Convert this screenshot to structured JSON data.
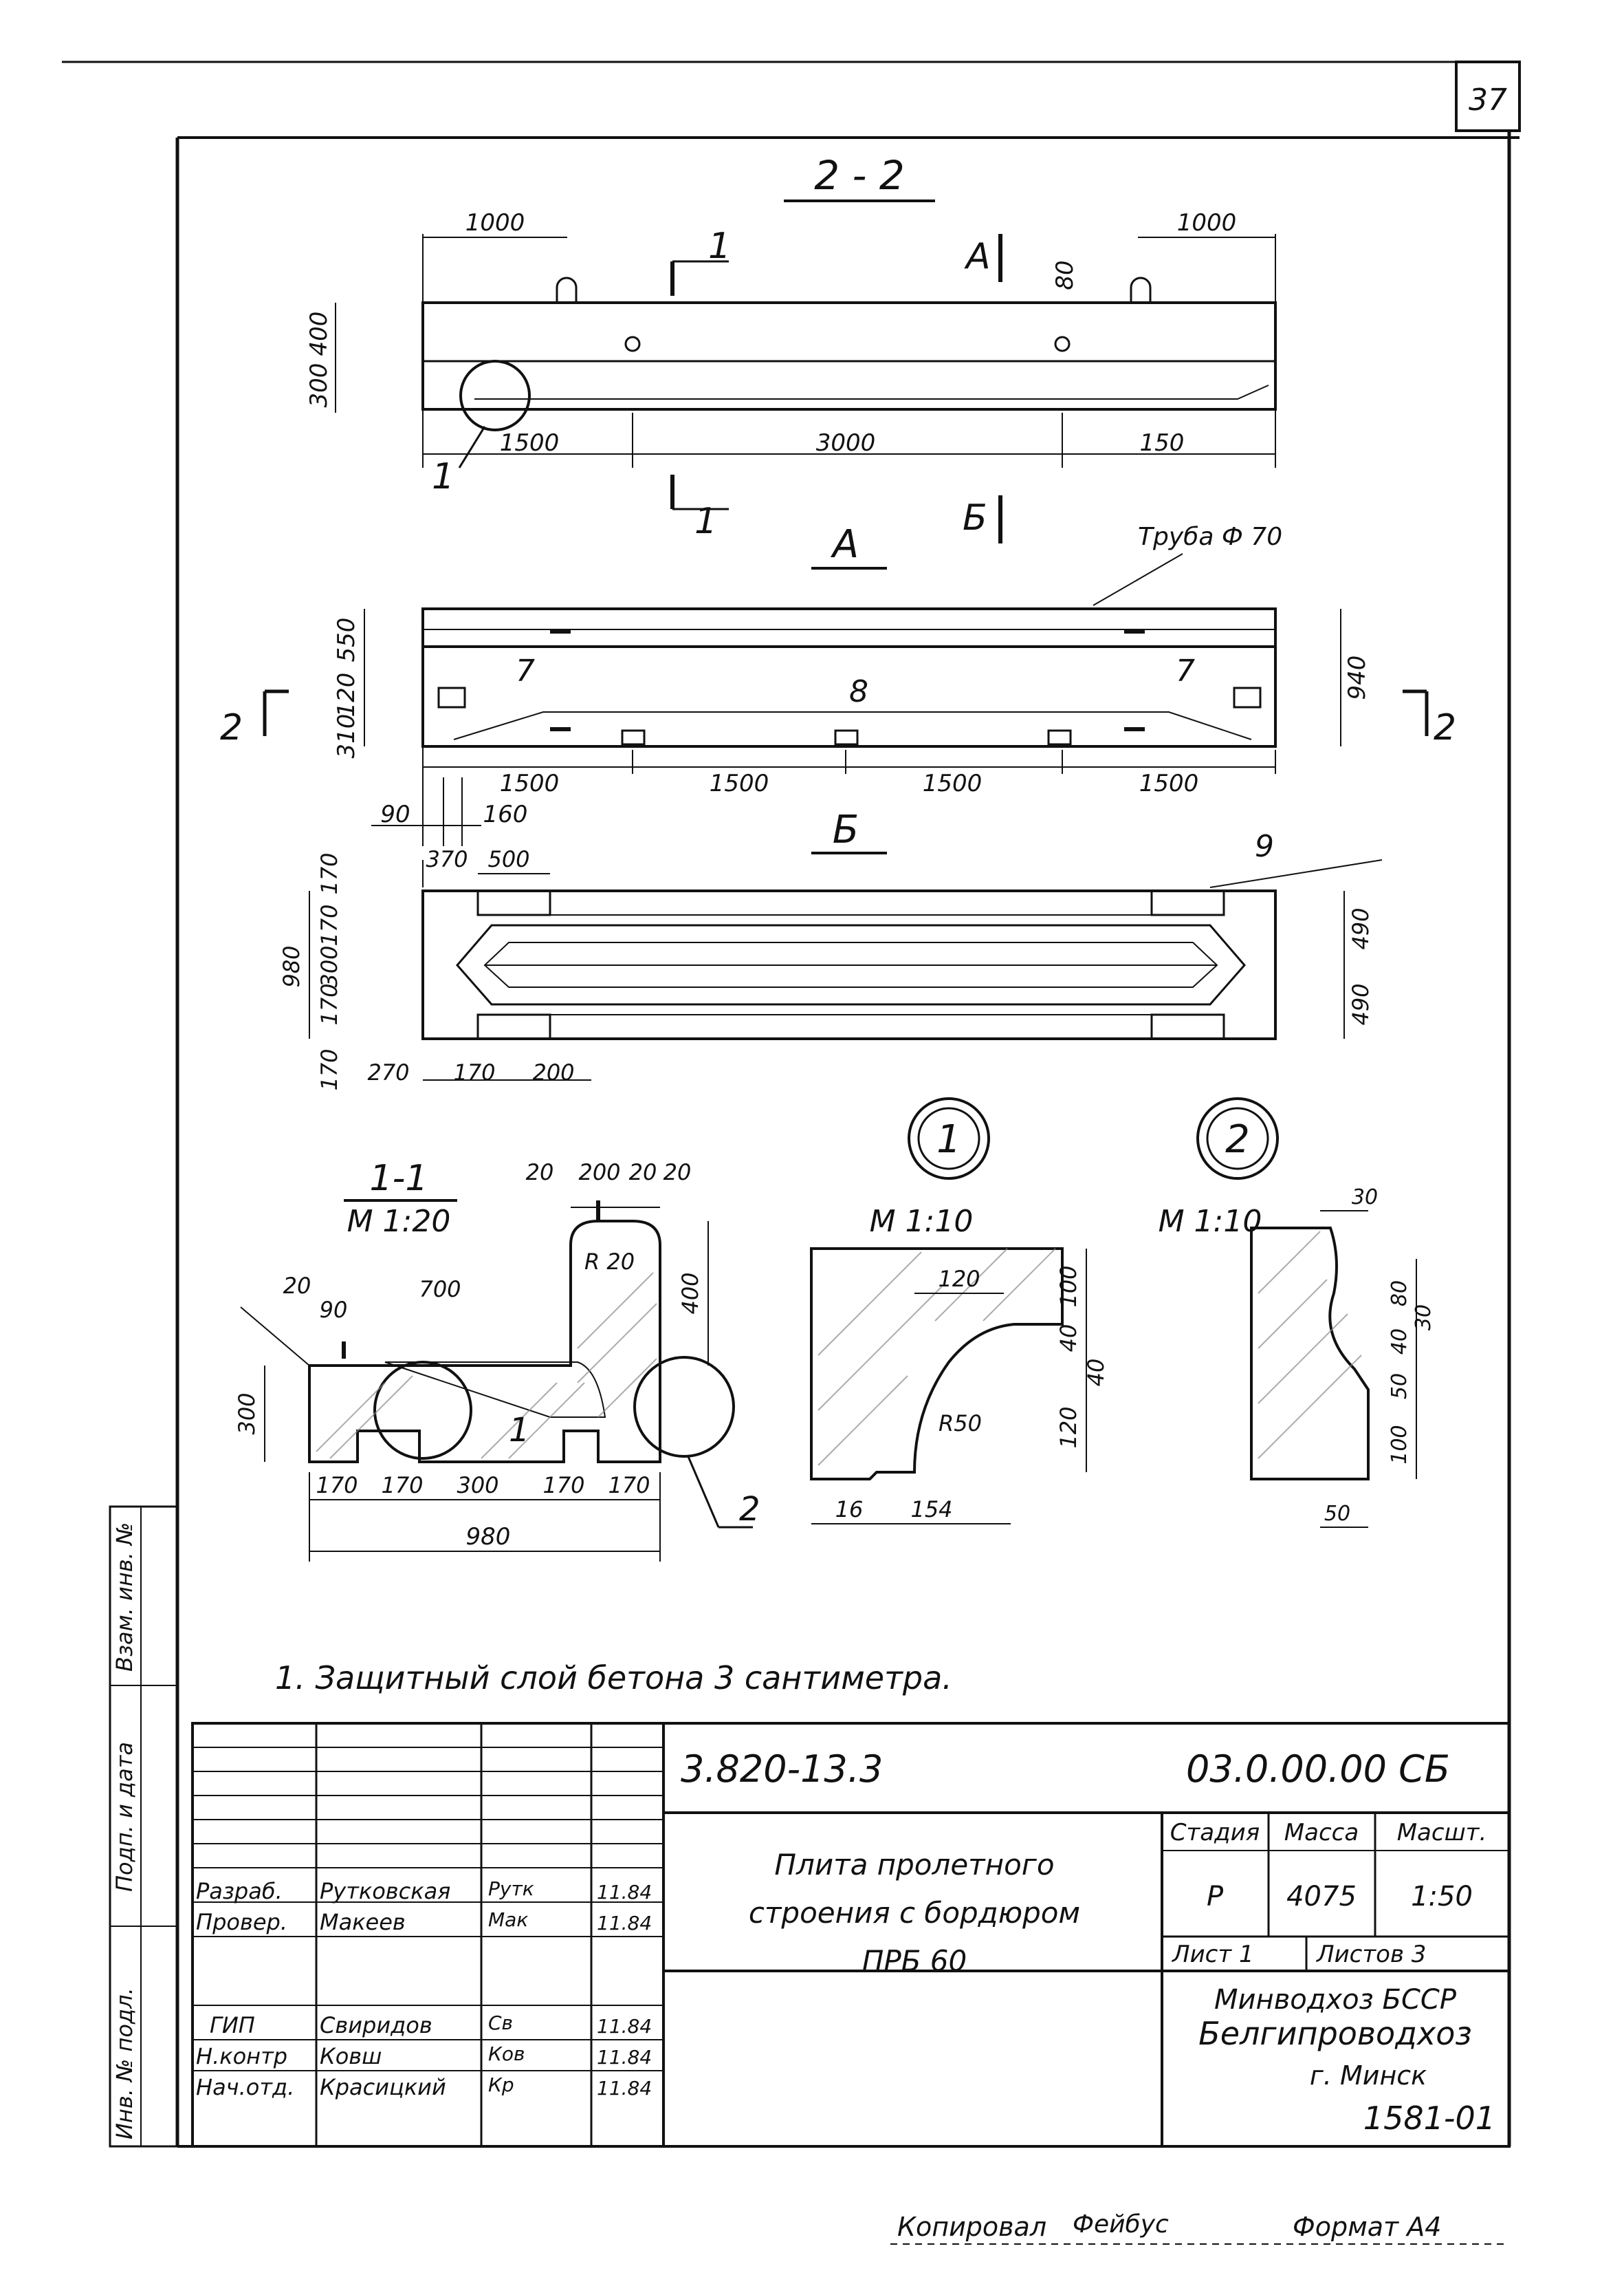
{
  "sheet": {
    "page_number": "37",
    "copied_label": "Копировал",
    "format_label": "Формат А4",
    "signature_copy": "Фейбус"
  },
  "views": {
    "section_2_2": {
      "title": "2 - 2",
      "dims": [
        "1000",
        "1000",
        "80",
        "400",
        "300",
        "1500",
        "3000",
        "150"
      ],
      "marks": {
        "cut_1": "1",
        "cut_a": "А",
        "cut_b": "Б",
        "callout_1": "1"
      }
    },
    "view_a": {
      "title": "А",
      "pipe_label": "Труба Ф 70",
      "left_dims": [
        "550",
        "120",
        "310"
      ],
      "right_dim": "940",
      "bottom_dims": [
        "1500",
        "1500",
        "1500",
        "1500"
      ],
      "positions": [
        "7",
        "8",
        "7"
      ],
      "section_marks": [
        "2",
        "2"
      ],
      "extra_dims": [
        "90",
        "160"
      ]
    },
    "view_b": {
      "title": "Б",
      "top_dims": [
        "370",
        "500"
      ],
      "left_dims": [
        "170",
        "170",
        "300",
        "170",
        "170"
      ],
      "overall_left": "980",
      "right_dims": [
        "490",
        "490"
      ],
      "bottom_dims": [
        "270",
        "170",
        "200"
      ],
      "position": "9"
    },
    "section_1_1": {
      "title": "1-1",
      "scale": "М 1:20",
      "top_dims": [
        "20",
        "200",
        "20",
        "20"
      ],
      "dims": [
        "700",
        "20",
        "90",
        "300",
        "400",
        "R 20"
      ],
      "bottom_dims": [
        "170",
        "170",
        "300",
        "170",
        "170"
      ],
      "overall": "980",
      "callouts": [
        "1",
        "2"
      ]
    },
    "detail_1": {
      "label": "1",
      "scale": "М 1:10",
      "dims": [
        "120",
        "100",
        "40",
        "40",
        "120",
        "R50",
        "16",
        "154"
      ]
    },
    "detail_2": {
      "label": "2",
      "scale": "М 1:10",
      "dims": [
        "30",
        "80",
        "30",
        "40",
        "50",
        "100",
        "50"
      ]
    }
  },
  "note": "1. Защитный слой бетона 3 сантиметра.",
  "side_stamp": [
    "Взам. инв. №",
    "Подп. и дата",
    "Инв. № подл."
  ],
  "title_block": {
    "doc_code": "3.820-13.3",
    "assembly_code": "03.0.00.00 СБ",
    "title_lines": [
      "Плита пролетного",
      "строения с бордюром",
      "ПРБ 60"
    ],
    "headers": {
      "stage": "Стадия",
      "mass": "Масса",
      "scale": "Масшт."
    },
    "values": {
      "stage": "Р",
      "mass": "4075",
      "scale": "1:50"
    },
    "sheet": "Лист 1",
    "sheets": "Листов 3",
    "org_lines": [
      "Минводхоз БССР",
      "Белгипроводхоз",
      "г. Минск"
    ],
    "archive_no": "1581-01",
    "signatures": [
      {
        "role": "Разраб.",
        "name": "Рутковская",
        "sign": "Рутк",
        "date": "11.84"
      },
      {
        "role": "Провер.",
        "name": "Макеев",
        "sign": "Мак",
        "date": "11.84"
      },
      {
        "role": "ГИП",
        "name": "Свиридов",
        "sign": "Св",
        "date": "11.84"
      },
      {
        "role": "Н.контр",
        "name": "Ковш",
        "sign": "Ков",
        "date": "11.84"
      },
      {
        "role": "Нач.отд.",
        "name": "Красицкий",
        "sign": "Кр",
        "date": "11.84"
      }
    ]
  }
}
